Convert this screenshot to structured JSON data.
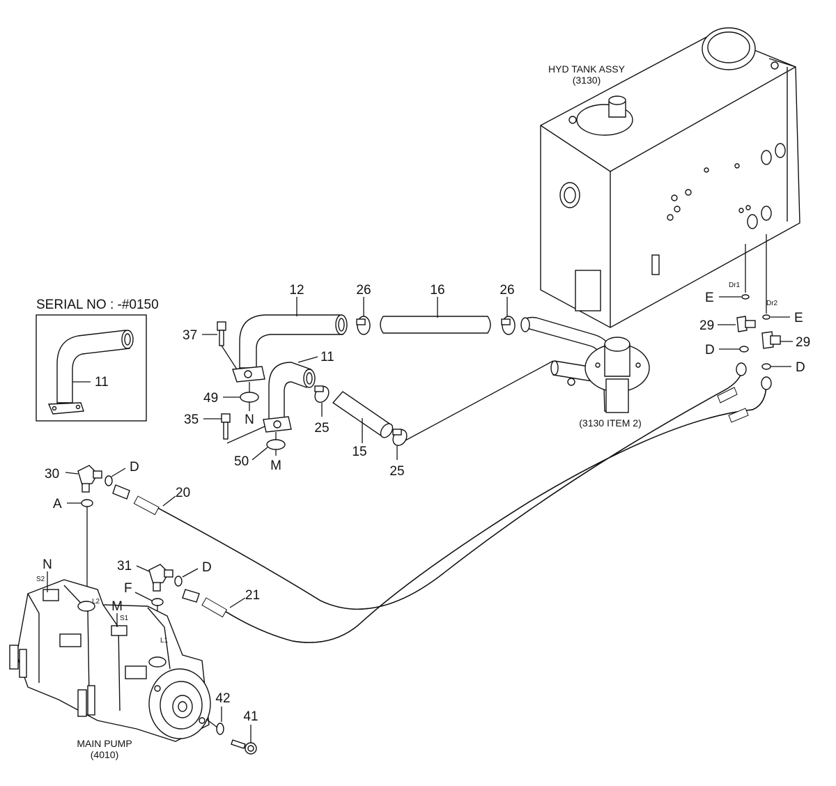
{
  "title": "SERIAL NO : -#0150",
  "assemblies": {
    "tank_name": "HYD TANK ASSY",
    "tank_ref": "(3130)",
    "pump_name": "MAIN PUMP",
    "pump_ref": "(4010)",
    "tank_item": "(3130 ITEM 2)"
  },
  "callouts": {
    "c11_inset": "11",
    "c12": "12",
    "c26_left": "26",
    "c16": "16",
    "c26_right": "26",
    "c11": "11",
    "c37": "37",
    "c49": "49",
    "c35": "35",
    "c50": "50",
    "c25_top": "25",
    "c15": "15",
    "c25_bottom": "25",
    "c29_left": "29",
    "c29_right": "29",
    "c30": "30",
    "c20": "20",
    "c31": "31",
    "c21": "21",
    "c42": "42",
    "c41": "41"
  },
  "letters": {
    "n_under49": "N",
    "m_under50": "M",
    "d_30": "D",
    "a": "A",
    "d_31": "D",
    "f": "F",
    "n_pump": "N",
    "m_pump": "M",
    "e_left": "E",
    "e_right": "E",
    "d_left": "D",
    "d_right": "D"
  },
  "ports": {
    "dr1": "Dr1",
    "dr2": "Dr2",
    "s2": "S2",
    "l2": "L2",
    "s1": "S1",
    "l1": "L1"
  }
}
